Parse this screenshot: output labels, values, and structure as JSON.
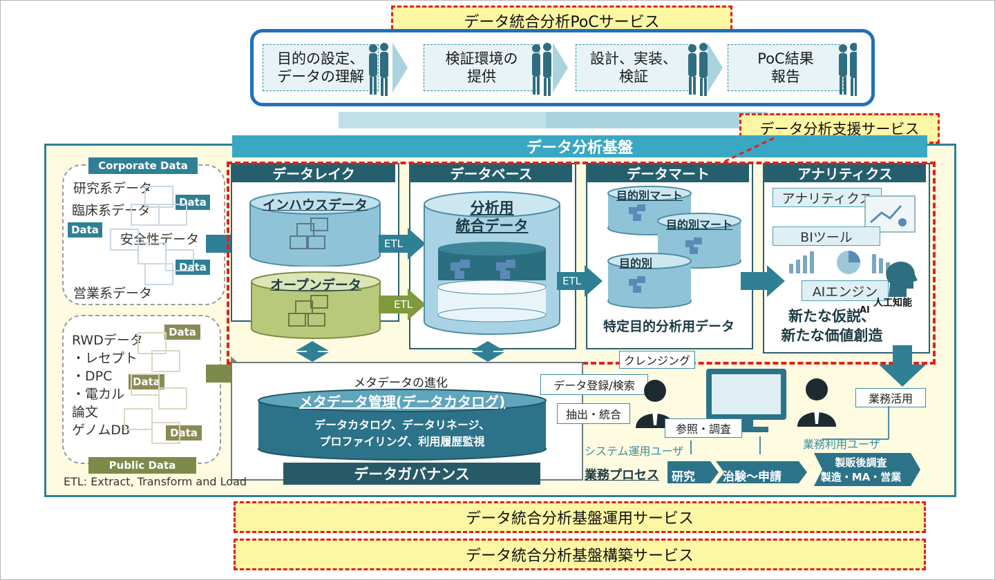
{
  "poc_service": {
    "title": "データ統合分析PoCサービス"
  },
  "poc_steps": [
    {
      "line1": "目的の設定、",
      "line2": "データの理解"
    },
    {
      "line1": "検証環境の",
      "line2": "提供"
    },
    {
      "line1": "設計、実装、",
      "line2": "検証"
    },
    {
      "line1": "PoC結果",
      "line2": "報告"
    }
  ],
  "support_service": {
    "title": "データ分析支援サービス"
  },
  "platform": {
    "title": "データ分析基盤"
  },
  "sources": {
    "corporate": {
      "header": "Corporate Data",
      "items": [
        "研究系データ",
        "臨床系データ",
        "安全性データ",
        "営業系データ"
      ],
      "badges": [
        "Data",
        "Data",
        "Data"
      ]
    },
    "public": {
      "header": "Public Data",
      "items": [
        "RWDデータ",
        "・レセプト",
        "・DPC",
        "・電カル",
        "論文",
        "ゲノムDB"
      ],
      "badges": [
        "Data",
        "Data",
        "Data"
      ]
    }
  },
  "panels": {
    "datalake": {
      "title": "データレイク",
      "inhouse": "インハウスデータ",
      "open": "オープンデータ"
    },
    "database": {
      "title": "データベース",
      "cyl_line1": "分析用",
      "cyl_line2": "統合データ"
    },
    "datamart": {
      "title": "データマート",
      "mart1": "目的別マート",
      "mart2": "目的別マート",
      "mart3": "目的別",
      "caption": "特定目的分析用データ"
    },
    "analytics": {
      "title": "アナリティクス",
      "tool1": "アナリティクス",
      "tool2": "BIツール",
      "tool3": "AIエンジン",
      "ai_label": "人工知能",
      "ai_tag": "AI",
      "result1": "新たな仮説、",
      "result2": "新たな価値創造"
    }
  },
  "etl": {
    "label1": "ETL",
    "label2": "ETL",
    "label3": "ETL"
  },
  "metadata": {
    "evolution": "メタデータの進化",
    "title": "メタデータ管理(データカタログ)",
    "line1": "データカタログ、データリネージ、",
    "line2": "プロファイリング、利用履歴監視"
  },
  "governance": {
    "title": "データガバナンス"
  },
  "ops": {
    "cleansing": "クレンジング",
    "register": "データ登録/検索",
    "extract": "抽出・統合",
    "refer": "参照・調査",
    "sys_user": "システム運用ユーザ",
    "biz_user": "業務利用ユーザ",
    "biz_use": "業務活用",
    "process_label": "業務プロセス",
    "process": [
      "研究",
      "治験〜申請",
      "製販後調査\n製造・MA・営業"
    ]
  },
  "etl_note": "ETL: Extract, Transform and Load",
  "bottom": {
    "operation_service": "データ統合分析基盤運用サービス",
    "build_service": "データ統合分析基盤構築サービス"
  },
  "colors": {
    "accent": "#255f6e",
    "highlight": "#e0201f",
    "banner": "#fdf6a3",
    "poc_border": "#1f6fbd"
  }
}
